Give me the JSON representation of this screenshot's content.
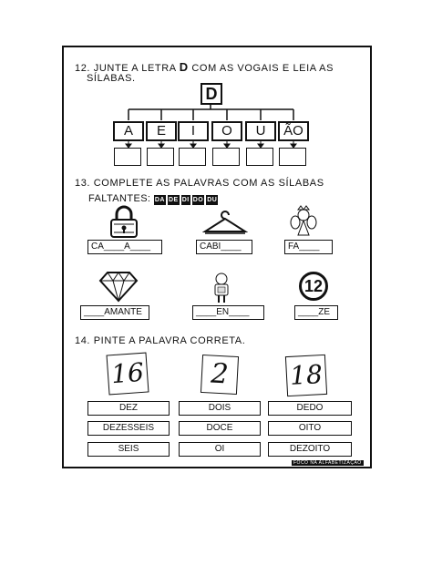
{
  "q12": {
    "number": "12.",
    "line1_pre": "JUNTE A LETRA",
    "letter": "D",
    "line1_post": "COM AS VOGAIS E LEIA AS",
    "line2": "SÍLABAS.",
    "top_box": "D",
    "vowels": [
      "A",
      "E",
      "I",
      "O",
      "U",
      "ÃO"
    ]
  },
  "q13": {
    "number": "13.",
    "line1": "COMPLETE AS PALAVRAS COM AS SÍLABAS",
    "faltantes_label": "FALTANTES:",
    "syllables": [
      "DA",
      "DE",
      "DI",
      "DO",
      "DU"
    ],
    "words": [
      "CA____A____",
      "CABI____",
      "FA____",
      "____AMANTE",
      "____EN____",
      "____ZE"
    ],
    "pictures": [
      "padlock-picture",
      "hanger-picture",
      "fairy-picture",
      "diamond-picture",
      "student-picture",
      "number-12-picture"
    ],
    "number_badge": "12"
  },
  "q14": {
    "number": "14.",
    "line1": "PINTE A PALAVRA CORRETA.",
    "cards": [
      "16",
      "2",
      "18"
    ],
    "options": [
      [
        "DEZ",
        "DEZESSEIS",
        "SEIS"
      ],
      [
        "DOIS",
        "DOCE",
        "OI"
      ],
      [
        "DEDO",
        "OITO",
        "DEZOITO"
      ]
    ]
  },
  "credit": "FOCO NA ALFABETIZAÇÃO"
}
